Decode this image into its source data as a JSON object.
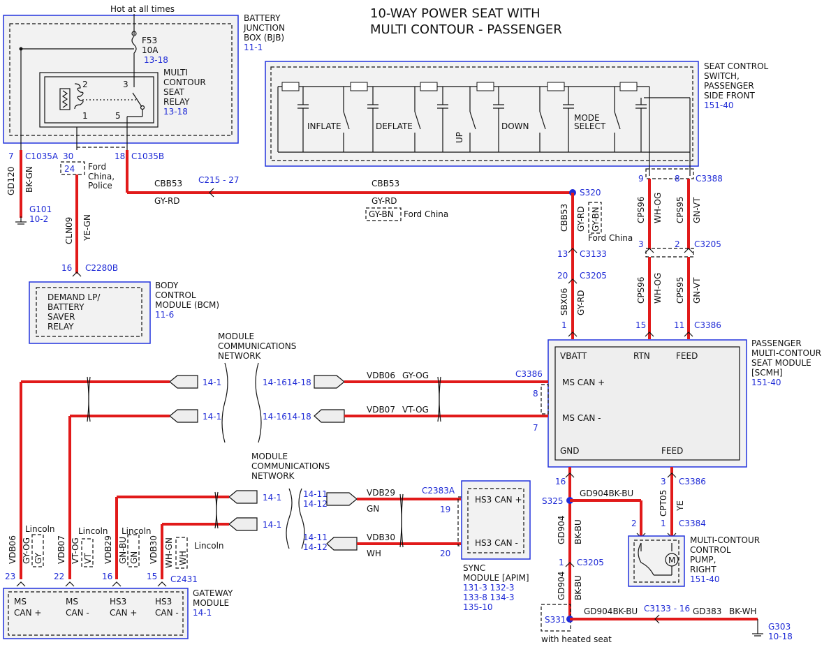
{
  "title": [
    "10-WAY POWER SEAT WITH",
    "MULTI CONTOUR - PASSENGER"
  ],
  "hot_label": "Hot at all times",
  "bjb": {
    "name": [
      "BATTERY",
      "JUNCTION",
      "BOX (BJB)"
    ],
    "page": "11-1",
    "fuse": "F53",
    "fuse_rating": "10A",
    "fuse_page": "13-18",
    "relay_name": [
      "MULTI",
      "CONTOUR",
      "SEAT",
      "RELAY"
    ],
    "relay_page": "13-18",
    "relay_pins": [
      "2",
      "3",
      "1",
      "5"
    ]
  },
  "c1035a": {
    "pin": "7",
    "id": "C1035A"
  },
  "c1035a_30": {
    "pin": "30"
  },
  "c1035b": {
    "pin": "18",
    "id": "C1035B"
  },
  "pin24": {
    "pin": "24",
    "note": [
      "Ford",
      "China,",
      "Police"
    ]
  },
  "gd120": {
    "circuit": "GD120",
    "color": "BK-GN"
  },
  "g101": {
    "id": "G101",
    "page": "10-2"
  },
  "cln09": {
    "circuit": "CLN09",
    "color": "YE-GN"
  },
  "c2280b": {
    "pin": "16",
    "id": "C2280B"
  },
  "bcm": {
    "name": [
      "BODY",
      "CONTROL",
      "MODULE (BCM)"
    ],
    "page": "11-6",
    "inner": [
      "DEMAND LP/",
      "BATTERY",
      "SAVER",
      "RELAY"
    ]
  },
  "cbb53": {
    "circuit": "CBB53",
    "color": "GY-RD",
    "connector": "C215 - 27",
    "alt_color": "GY-BN",
    "alt_note": "Ford China"
  },
  "s320": "S320",
  "seat_switch": {
    "name": [
      "SEAT CONTROL",
      "SWITCH,",
      "PASSENGER",
      "SIDE FRONT"
    ],
    "page": "151-40",
    "labels": [
      "INFLATE",
      "DEFLATE",
      "UP",
      "DOWN",
      "MODE",
      "SELECT"
    ]
  },
  "c3388": {
    "pin_a": "9",
    "pin_b": "8",
    "id": "C3388"
  },
  "cps96": {
    "circuit": "CPS96",
    "color": "WH-OG"
  },
  "cps95": {
    "circuit": "CPS95",
    "color": "GN-VT"
  },
  "c3205_top": {
    "pin_a": "3",
    "pin_b": "2",
    "id": "C3205"
  },
  "cbb53_vert": {
    "circuit": "CBB53",
    "color": "GY-RD",
    "alt_color": "GY-BN",
    "alt_note": "Ford China"
  },
  "c3133": {
    "pin": "13",
    "id": "C3133"
  },
  "c3205_mid": {
    "pin": "20",
    "id": "C3205"
  },
  "sbx06": {
    "circuit": "SBX06",
    "color": "GY-RD"
  },
  "c3386_top": {
    "pin_a": "1",
    "pin_b": "15",
    "pin_c": "11",
    "id": "C3386"
  },
  "scmh": {
    "name": [
      "PASSENGER",
      "MULTI-CONTOUR",
      "SEAT MODULE",
      "[SCMH]"
    ],
    "page": "151-40",
    "vbatt": "VBATT",
    "rtn": "RTN",
    "feed": "FEED",
    "ms_can_plus": "MS CAN +",
    "ms_can_minus": "MS CAN -",
    "gnd": "GND",
    "feed2": "FEED"
  },
  "mcn1": {
    "label": [
      "MODULE",
      "COMMUNICATIONS",
      "NETWORK"
    ],
    "left_ref": "14-1",
    "left_ref2": "14-1",
    "right_ref": "14-1614-18",
    "right_ref2": "14-1614-18"
  },
  "vdb06": {
    "circuit": "VDB06",
    "color": "GY-OG"
  },
  "vdb07": {
    "circuit": "VDB07",
    "color": "VT-OG"
  },
  "c3386_can": {
    "id": "C3386",
    "pin_a": "8",
    "pin_b": "7"
  },
  "mcn2": {
    "label": [
      "MODULE",
      "COMMUNICATIONS",
      "NETWORK"
    ],
    "left_ref": "14-1",
    "left_ref2": "14-1",
    "right_ref": [
      "14-11",
      "14-12"
    ],
    "right_ref2": [
      "14-11",
      "14-12"
    ]
  },
  "vdb29": {
    "circuit": "VDB29",
    "color": "GN"
  },
  "vdb30": {
    "circuit": "VDB30",
    "color": "WH"
  },
  "c2383a": {
    "id": "C2383A",
    "pin_a": "19",
    "pin_b": "20"
  },
  "sync": {
    "hs3_plus": "HS3 CAN +",
    "hs3_minus": "HS3 CAN -",
    "name": [
      "SYNC",
      "MODULE [APIM]"
    ],
    "pages": [
      "131-3 132-3",
      "133-8 134-3",
      "135-10"
    ]
  },
  "gateway": {
    "pins": [
      "23",
      "22",
      "16",
      "15"
    ],
    "connector": "C2431",
    "labels": [
      "MS",
      "CAN +",
      "MS",
      "CAN -",
      "HS3",
      "CAN +",
      "HS3",
      "CAN -"
    ],
    "name": [
      "GATEWAY",
      "MODULE"
    ],
    "page": "14-1",
    "wires": [
      {
        "circuit": "VDB06",
        "color": "GY-OG",
        "alt": "GY"
      },
      {
        "circuit": "VDB07",
        "color": "VT-OG",
        "alt": "VT"
      },
      {
        "circuit": "VDB29",
        "color": "GN-BU",
        "alt": "GN"
      },
      {
        "circuit": "VDB30",
        "color": "WH-GN",
        "alt": "WH"
      }
    ],
    "lincoln": "Lincoln"
  },
  "gd904": {
    "circuit": "GD904",
    "color": "BK-BU",
    "label_h": "GD904BK-BU"
  },
  "c3386_bot": {
    "pin_a": "16",
    "pin_b": "3",
    "id": "C3386"
  },
  "s325": "S325",
  "cpt05": {
    "circuit": "CPT05",
    "color": "YE"
  },
  "c3384": {
    "pin_a": "2",
    "pin_b": "1",
    "id": "C3384"
  },
  "pump": {
    "name": [
      "MULTI-CONTOUR",
      "CONTROL",
      "PUMP,",
      "RIGHT"
    ],
    "page": "151-40",
    "motor": "M"
  },
  "c3205_bot": {
    "pin": "1",
    "id": "C3205"
  },
  "s331": "S331",
  "heated_note": "with heated seat",
  "c3133_bot": "C3133 - 16",
  "gd383": {
    "circuit": "GD383",
    "color": "BK-WH"
  },
  "g303": {
    "id": "G303",
    "page": "10-18"
  }
}
